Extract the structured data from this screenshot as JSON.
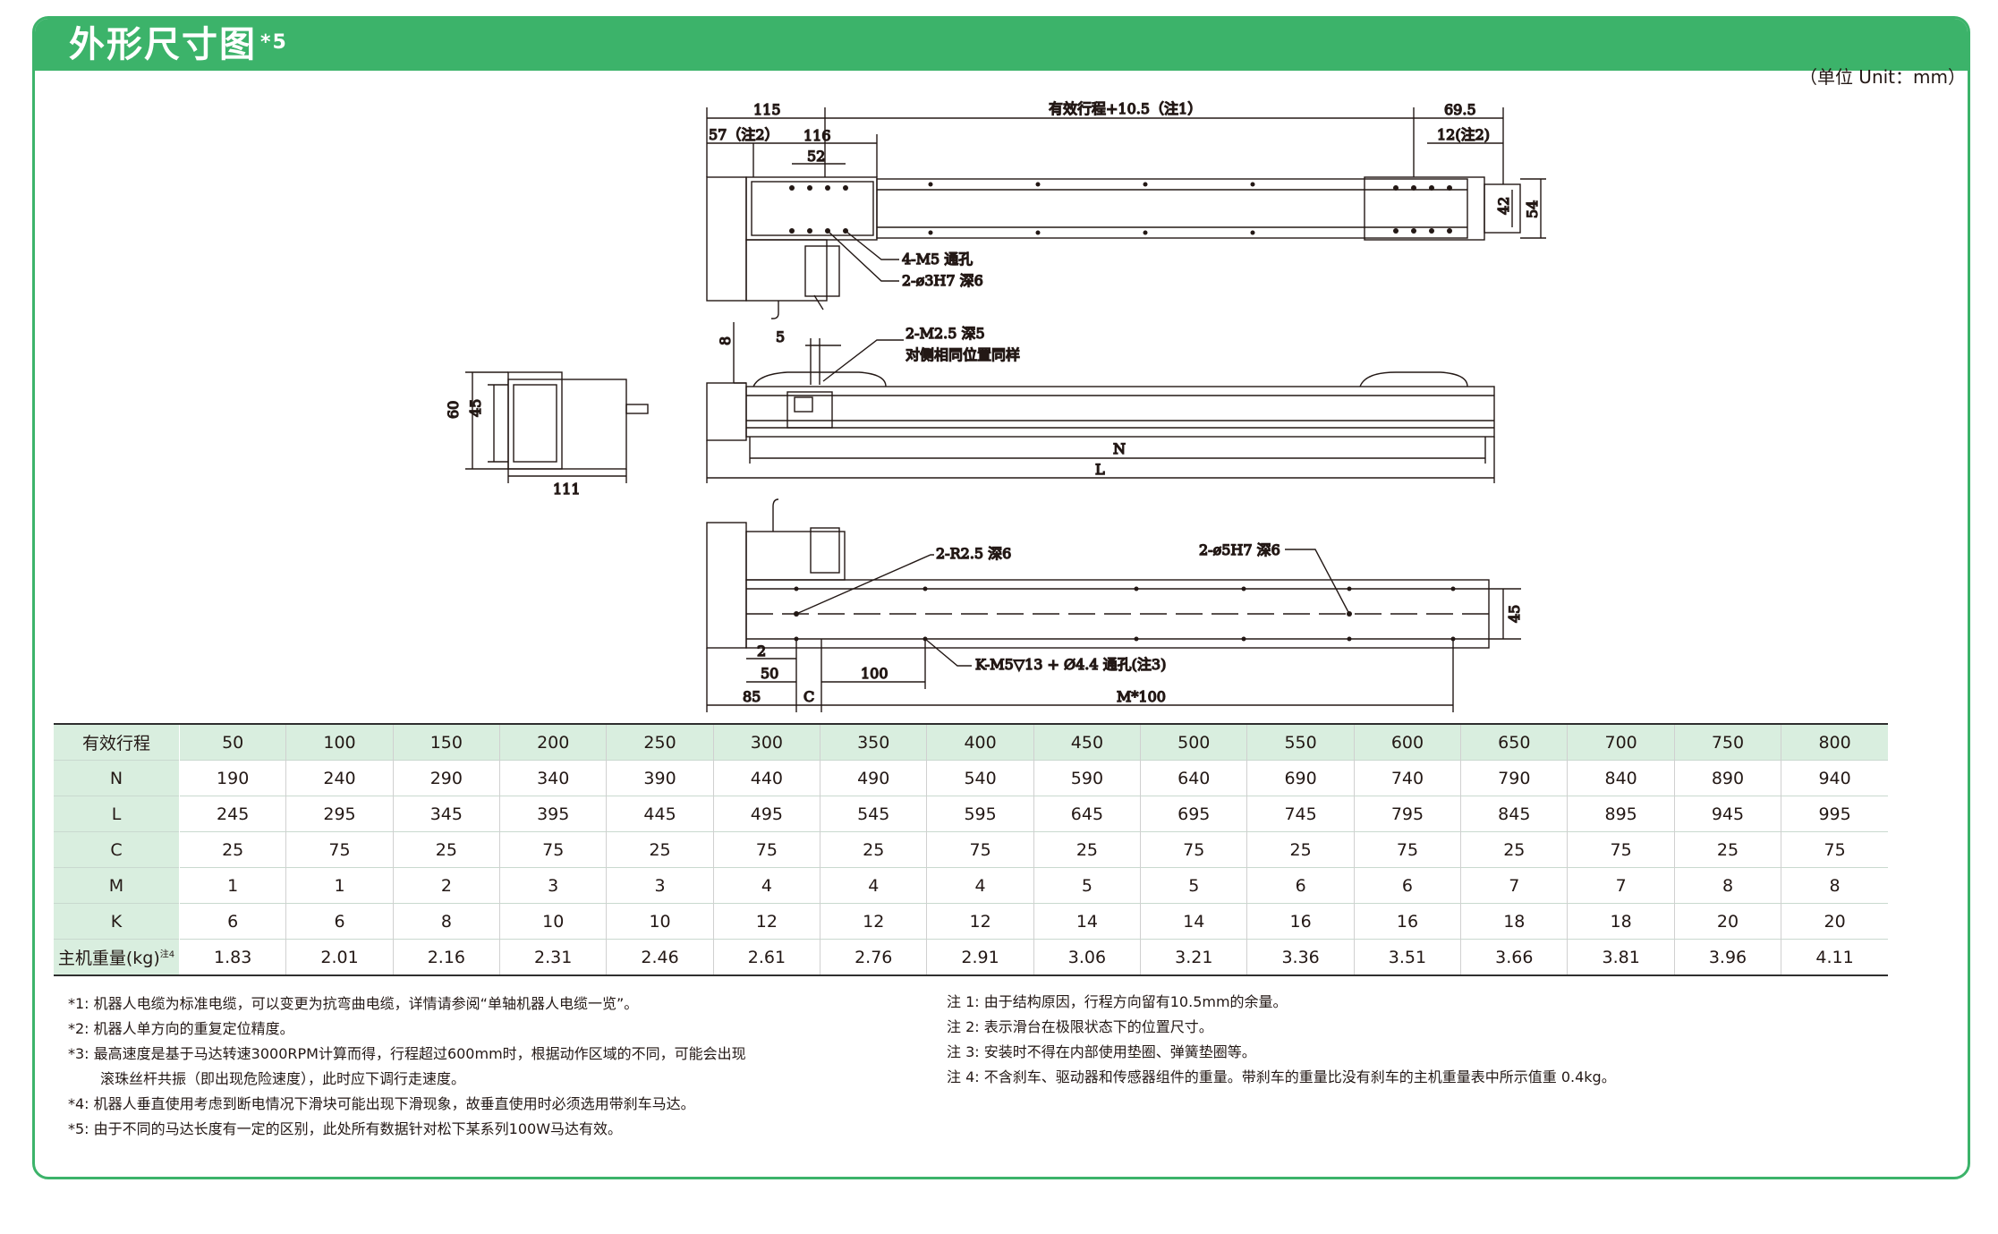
{
  "header": {
    "title": "外形尺寸图",
    "title_sup": "*5"
  },
  "unit_note": "（单位 Unit：mm）",
  "drawing": {
    "top_view": {
      "d115": "115",
      "stroke_note": "有效行程+10.5（注1）",
      "d69_5": "69.5",
      "d57": "57（注2）",
      "d116": "116",
      "d52": "52",
      "d12": "12(注2)",
      "d42": "42",
      "d54": "54",
      "hole1": "4-M5 通孔",
      "hole2": "2-ø3H7 深6"
    },
    "end_view": {
      "d60": "60",
      "d45": "45",
      "d111": "111"
    },
    "side_view": {
      "d8": "8",
      "d5": "5",
      "m25": "2-M2.5 深5",
      "m25_note": "对侧相同位置同样",
      "N": "N",
      "L": "L"
    },
    "bottom_view": {
      "r25": "2-R2.5 深6",
      "h5": "2-ø5H7 深6",
      "d45": "45",
      "d2": "2",
      "d50": "50",
      "d100": "100",
      "kholes": "K-M5▽13 + Ø4.4 通孔(注3)",
      "d85": "85",
      "C": "C",
      "m100": "M*100"
    }
  },
  "table": {
    "header": [
      "有效行程",
      "50",
      "100",
      "150",
      "200",
      "250",
      "300",
      "350",
      "400",
      "450",
      "500",
      "550",
      "600",
      "650",
      "700",
      "750",
      "800"
    ],
    "rows": [
      {
        "label": "N",
        "values": [
          "190",
          "240",
          "290",
          "340",
          "390",
          "440",
          "490",
          "540",
          "590",
          "640",
          "690",
          "740",
          "790",
          "840",
          "890",
          "940"
        ]
      },
      {
        "label": "L",
        "values": [
          "245",
          "295",
          "345",
          "395",
          "445",
          "495",
          "545",
          "595",
          "645",
          "695",
          "745",
          "795",
          "845",
          "895",
          "945",
          "995"
        ]
      },
      {
        "label": "C",
        "values": [
          "25",
          "75",
          "25",
          "75",
          "25",
          "75",
          "25",
          "75",
          "25",
          "75",
          "25",
          "75",
          "25",
          "75",
          "25",
          "75"
        ]
      },
      {
        "label": "M",
        "values": [
          "1",
          "1",
          "2",
          "3",
          "3",
          "4",
          "4",
          "4",
          "5",
          "5",
          "6",
          "6",
          "7",
          "7",
          "8",
          "8"
        ]
      },
      {
        "label": "K",
        "values": [
          "6",
          "6",
          "8",
          "10",
          "10",
          "12",
          "12",
          "12",
          "14",
          "14",
          "16",
          "16",
          "18",
          "18",
          "20",
          "20"
        ]
      },
      {
        "label": "主机重量(kg)",
        "label_sup": "注4",
        "values": [
          "1.83",
          "2.01",
          "2.16",
          "2.31",
          "2.46",
          "2.61",
          "2.76",
          "2.91",
          "3.06",
          "3.21",
          "3.36",
          "3.51",
          "3.66",
          "3.81",
          "3.96",
          "4.11"
        ]
      }
    ]
  },
  "notes_left": [
    "*1:  机器人电缆为标准电缆，可以变更为抗弯曲电缆，详情请参阅“单轴机器人电缆一览”。",
    "*2:  机器人单方向的重复定位精度。",
    "*3:  最高速度是基于马达转速3000RPM计算而得，行程超过600mm时，根据动作区域的不同，可能会出现",
    "滚珠丝杆共振（即出现危险速度），此时应下调行走速度。",
    "*4:  机器人垂直使用考虑到断电情况下滑块可能出现下滑现象，故垂直使用时必须选用带刹车马达。",
    "*5:  由于不同的马达长度有一定的区别，此处所有数据针对松下某系列100W马达有效。"
  ],
  "notes_right": [
    "注 1:  由于结构原因，行程方向留有10.5mm的余量。",
    "注 2:  表示滑台在极限状态下的位置尺寸。",
    "注 3:  安装时不得在内部使用垫圈、弹簧垫圈等。",
    "注 4:  不含刹车、驱动器和传感器组件的重量。带刹车的重量比没有刹车的主机重量表中所示值重 0.4kg。"
  ]
}
